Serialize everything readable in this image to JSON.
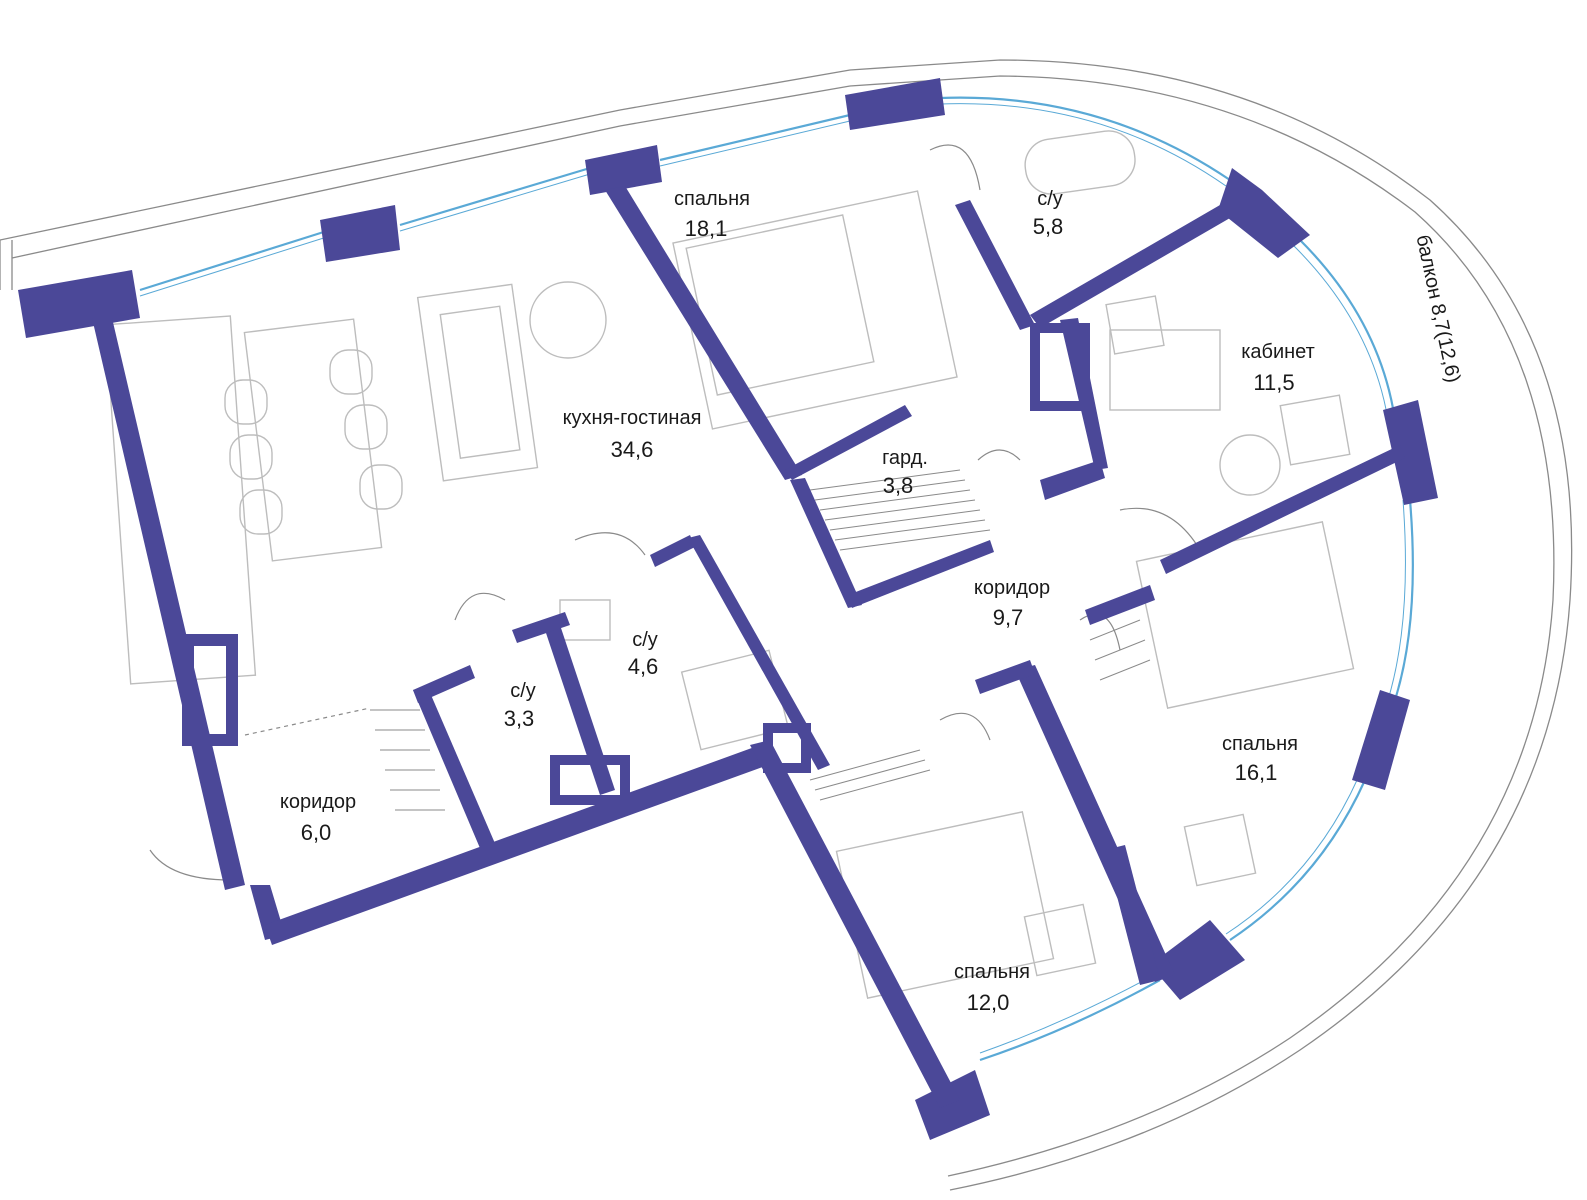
{
  "colors": {
    "wall": "#4b4898",
    "glass": "#5aa9d6",
    "furniture": "#bdbdbd",
    "outline": "#8a8a8a"
  },
  "rooms": {
    "kitchen_living": {
      "name": "кухня-гостиная",
      "area": "34,6"
    },
    "bedroom_top": {
      "name": "спальня",
      "area": "18,1"
    },
    "bath_top": {
      "name": "с/у",
      "area": "5,8"
    },
    "study": {
      "name": "кабинет",
      "area": "11,5"
    },
    "wardrobe": {
      "name": "гард.",
      "area": "3,8"
    },
    "corridor_center": {
      "name": "коридор",
      "area": "9,7"
    },
    "bath_mid": {
      "name": "с/у",
      "area": "4,6"
    },
    "bath_small": {
      "name": "с/у",
      "area": "3,3"
    },
    "corridor_entry": {
      "name": "коридор",
      "area": "6,0"
    },
    "bedroom_right": {
      "name": "спальня",
      "area": "16,1"
    },
    "bedroom_bottom": {
      "name": "спальня",
      "area": "12,0"
    }
  },
  "balcony": {
    "label": "балкон  8,7(12,6)"
  }
}
